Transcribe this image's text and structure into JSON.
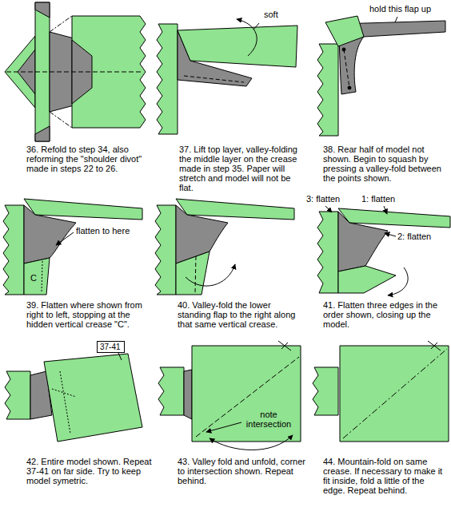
{
  "diagram": {
    "nodes": [
      {
        "text": [
          "37-41"
        ]
      }
    ],
    "labels": [
      "36. Refold to step 34, also reforming the \"shoulder divot\" made in steps 22 to 26.",
      "soft",
      "37. Lift top layer, valley-folding the middle layer on the crease made in step 35. Paper will stretch and model will not be flat.",
      "hold this flap up",
      "38. Rear half of model not shown. Begin to squash by pressing a valley-fold between the points shown.",
      "flatten to here",
      "C",
      "39. Flatten where shown from right to left, stopping at the hidden vertical crease \"C\".",
      "40. Valley-fold the lower standing flap to the right along that same vertical crease.",
      "3: flatten",
      "1: flatten",
      "2: flatten",
      "41. Flatten three edges in the order shown, closing up the model.",
      "42. Entire model shown. Repeat 37-41 on far side. Try to keep model symetric.",
      "note intersection",
      "43. Valley fold and unfold, corner to intersection shown. Repeat behind.",
      "44. Mountain-fold on same crease. If necessary to make it fit inside, fold a little of the edge. Repeat behind."
    ]
  }
}
